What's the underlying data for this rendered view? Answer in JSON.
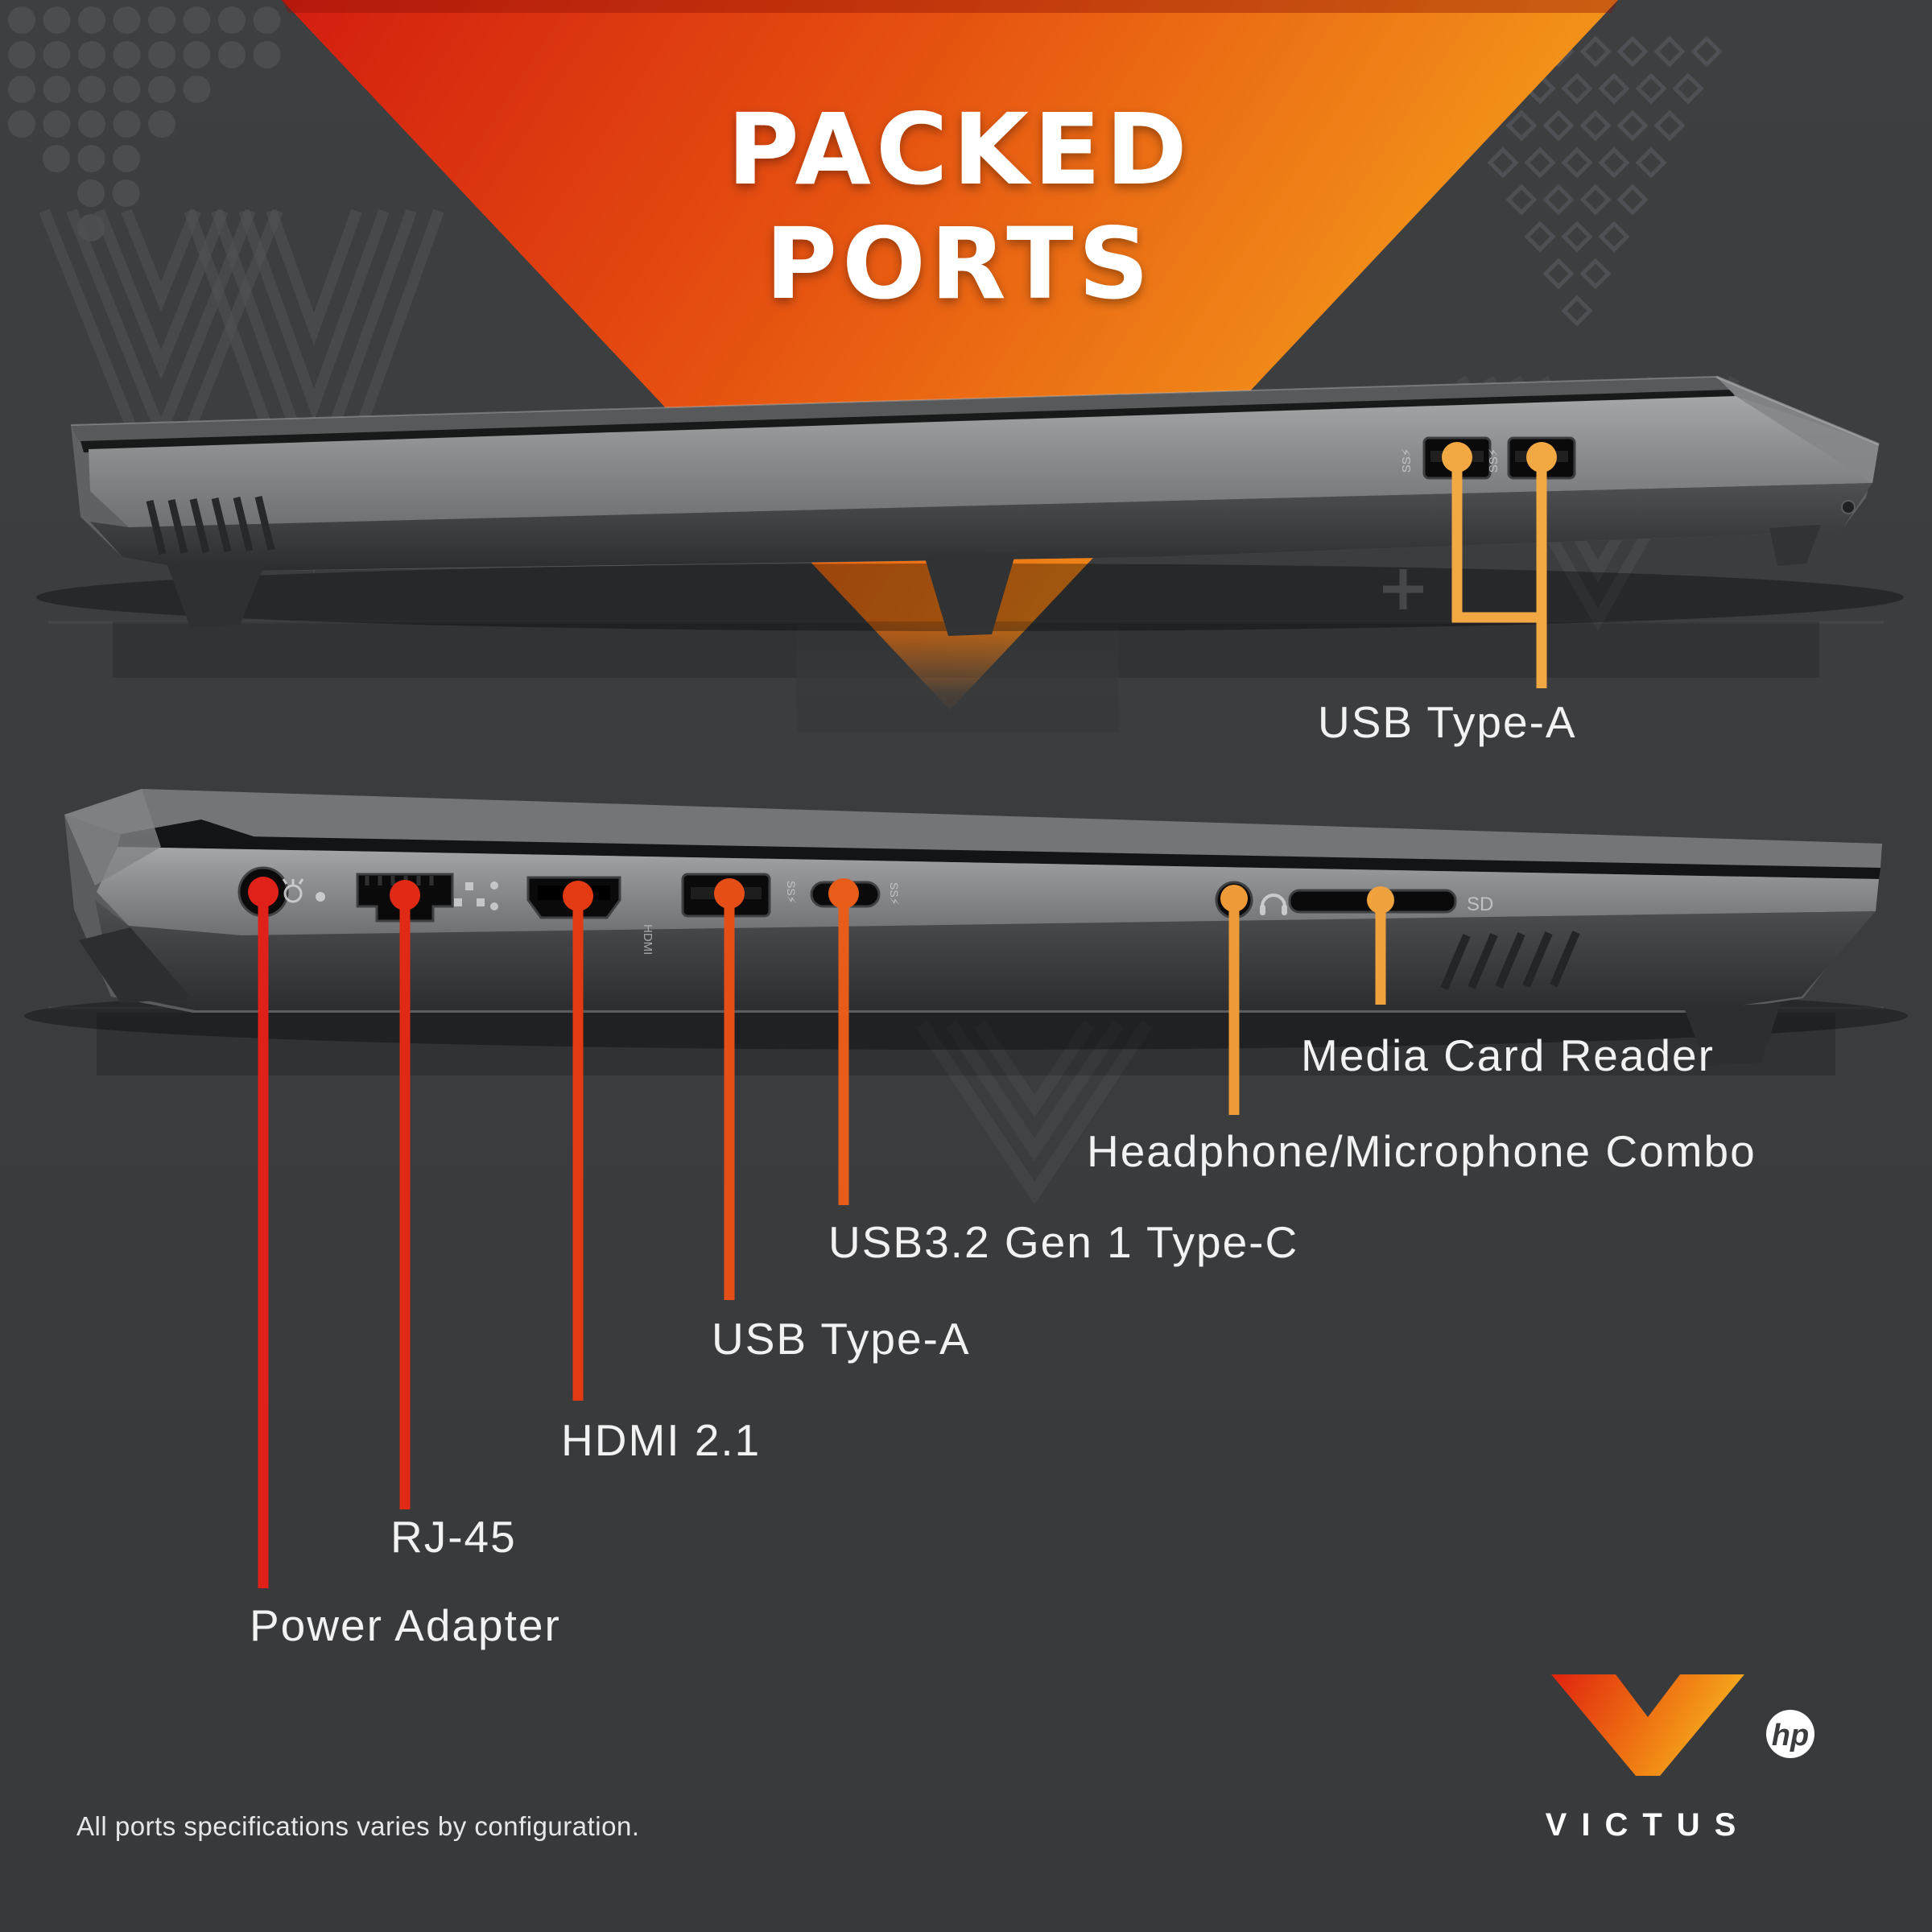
{
  "title": {
    "line1": "PACKED",
    "line2": "PORTS"
  },
  "colors": {
    "background": "#3a3c3e",
    "triangle_red": "#d6200f",
    "triangle_mid": "#e85a10",
    "triangle_amber": "#f5a21c",
    "label_text": "#f2f2f2",
    "laptop_silver": "#8e9093",
    "callout_top_orange": "#f2a843",
    "callout_bottom_red": "#e02119"
  },
  "top_view": {
    "callout_label": "USB Type-A",
    "line_color": "#f2a843",
    "ports": [
      {
        "name": "USB Type-A",
        "marking": "SS⚡"
      },
      {
        "name": "USB Type-A",
        "marking": "SS⚡"
      }
    ]
  },
  "ports": {
    "items": [
      {
        "id": "power-adapter",
        "label": "Power Adapter",
        "line_color": "#e02119",
        "marking": ""
      },
      {
        "id": "rj-45",
        "label": "RJ-45",
        "line_color": "#e02a16",
        "marking": ""
      },
      {
        "id": "hdmi",
        "label": "HDMI 2.1",
        "line_color": "#e33a13",
        "marking": "HDMI"
      },
      {
        "id": "usb-type-a",
        "label": "USB Type-A",
        "line_color": "#e64e18",
        "marking": "SS⚡"
      },
      {
        "id": "usb-type-c",
        "label": "USB3.2 Gen 1 Type-C",
        "line_color": "#e85c1a",
        "marking": "SS⚡"
      },
      {
        "id": "headphone-mic",
        "label": "Headphone/Microphone Combo",
        "line_color": "#ef9a38",
        "marking": ""
      },
      {
        "id": "media-card-reader",
        "label": "Media Card Reader",
        "line_color": "#f0a23e",
        "marking": "SD"
      }
    ]
  },
  "footer": {
    "disclaimer": "All ports specifications varies by configuration.",
    "brand_wordmark": "VICTUS",
    "hp_logo_text": "hp"
  }
}
